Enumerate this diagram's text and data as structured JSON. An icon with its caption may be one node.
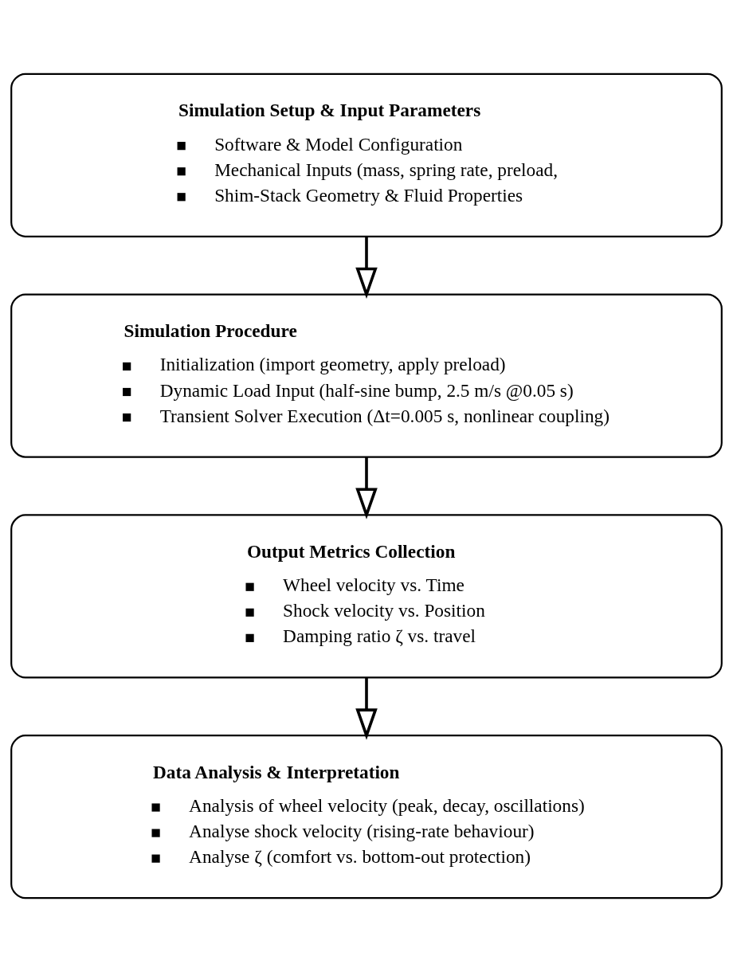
{
  "diagram": {
    "nodes": [
      {
        "text": [
          "Simulation Setup & Input Parameters",
          "Software & Model Configuration",
          "Mechanical Inputs (mass, spring rate, preload,",
          "Shim-Stack Geometry & Fluid Properties"
        ]
      },
      {
        "text": [
          "Simulation Procedure",
          "Initialization (import geometry, apply preload)",
          "Dynamic Load Input (half-sine bump, 2.5 m/s @0.05 s)",
          "Transient Solver Execution (Δt=0.005 s, nonlinear coupling)"
        ]
      },
      {
        "text": [
          "Output Metrics Collection",
          "Wheel velocity vs. Time",
          "Shock velocity vs. Position",
          "Damping ratio ζ vs. travel"
        ]
      },
      {
        "text": [
          "Data Analysis & Interpretation",
          "Analysis of wheel velocity (peak, decay, oscillations)",
          "Analyse shock velocity (rising-rate behaviour)",
          "Analyse ζ (comfort vs. bottom-out protection)"
        ]
      }
    ],
    "edges": [
      {
        "from": 0,
        "to": 1,
        "arrow": "to"
      },
      {
        "from": 1,
        "to": 2,
        "arrow": "to"
      },
      {
        "from": 2,
        "to": 3,
        "arrow": "to"
      }
    ]
  }
}
